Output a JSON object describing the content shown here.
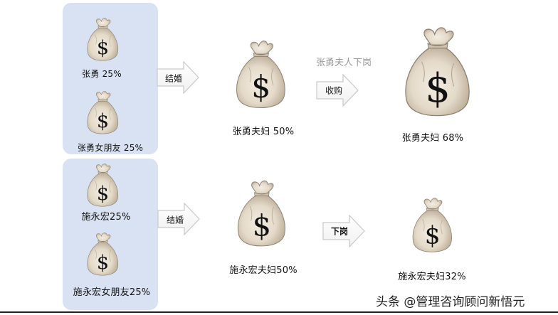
{
  "row1": {
    "person_a": "张勇  25%",
    "person_b": "张勇女朋友  25%",
    "marry": "结婚",
    "couple": "张勇夫妇  50%",
    "note": "张勇夫人下岗",
    "acquire": "收购",
    "result": "张勇夫妇  68%"
  },
  "row2": {
    "person_a": "施永宏25%",
    "person_b": "施永宏女朋友25%",
    "marry": "结婚",
    "couple": "施永宏夫妇50%",
    "layoff": "下岗",
    "result": "施永宏夫妇32%"
  },
  "watermark": "头条 @管理咨询顾问新悟元",
  "colors": {
    "panel": "#d9e2f3",
    "bag": "#e8dfd0",
    "dollar": "#111111"
  },
  "icons": {
    "bag": "money-bag-icon",
    "arrow": "right-arrow-icon"
  }
}
